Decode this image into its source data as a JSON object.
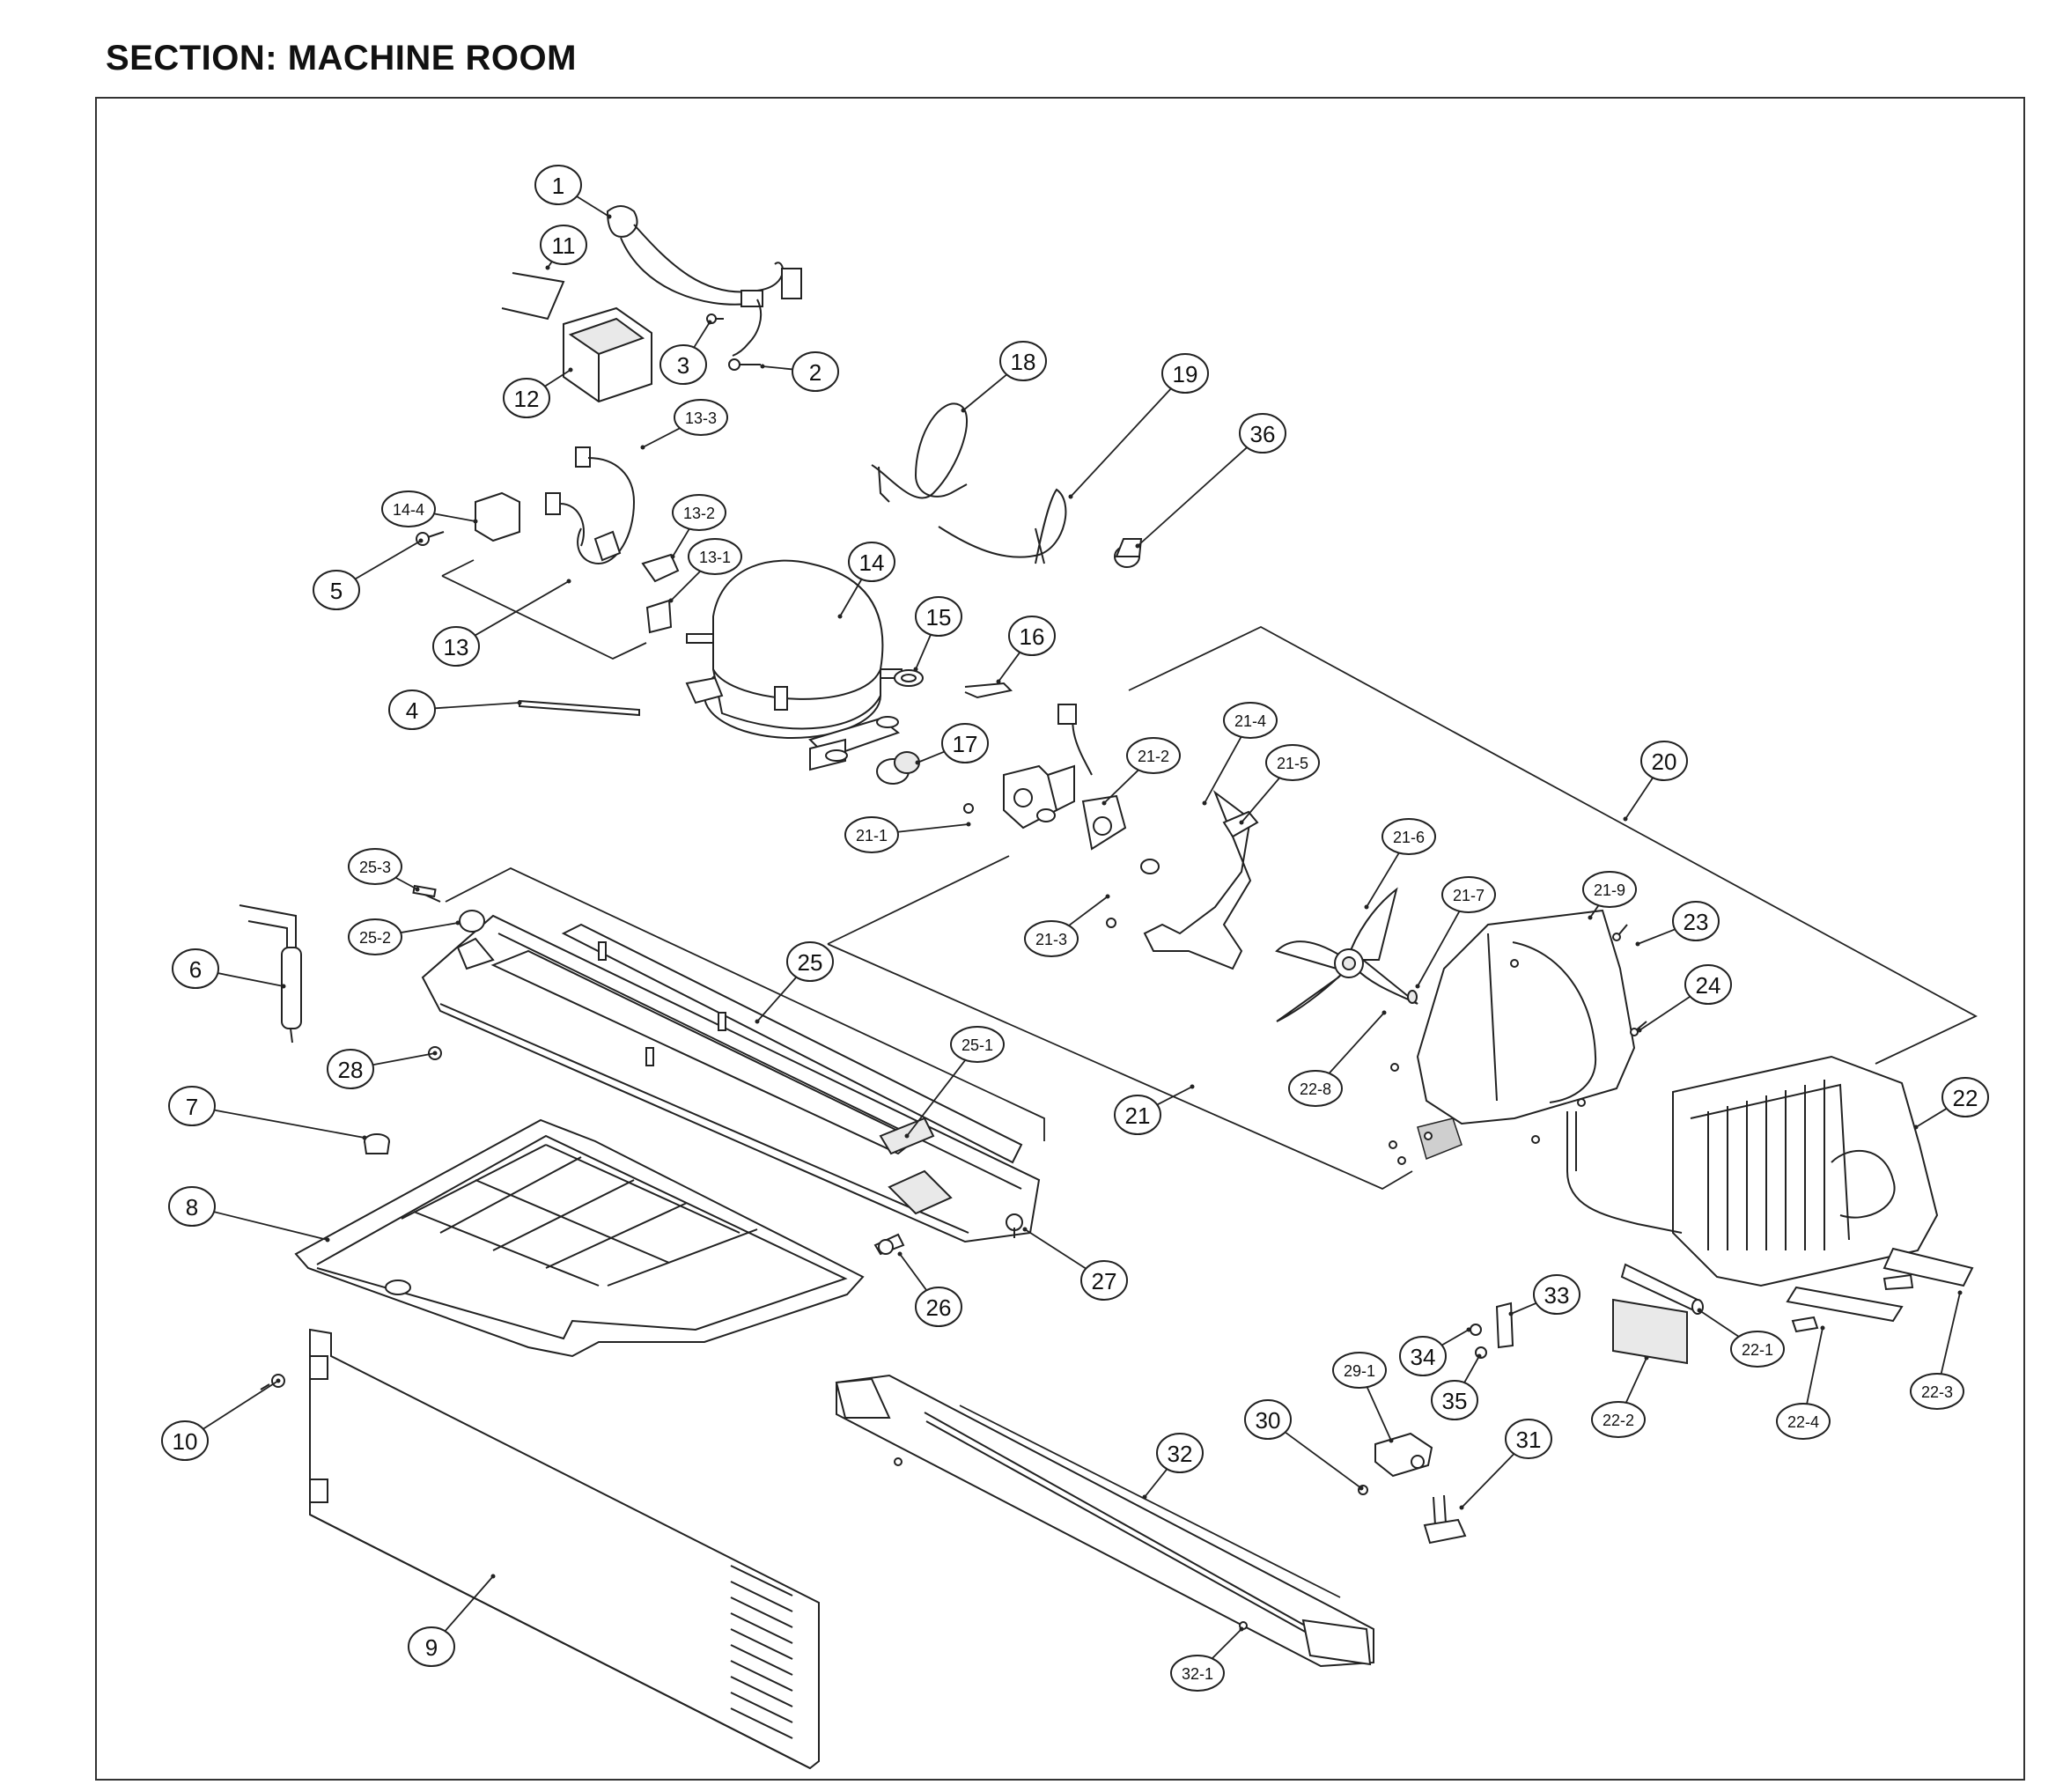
{
  "section_title": "SECTION: MACHINE ROOM",
  "callouts": [
    "1",
    "2",
    "3",
    "4",
    "5",
    "6",
    "7",
    "8",
    "9",
    "10",
    "11",
    "12",
    "13",
    "13-1",
    "13-2",
    "13-3",
    "14",
    "14-4",
    "15",
    "16",
    "17",
    "18",
    "19",
    "20",
    "21",
    "21-1",
    "21-2",
    "21-3",
    "21-4",
    "21-5",
    "21-6",
    "21-7",
    "21-9",
    "22",
    "22-1",
    "22-2",
    "22-3",
    "22-4",
    "22-8",
    "23",
    "24",
    "25",
    "25-1",
    "25-2",
    "25-3",
    "26",
    "27",
    "28",
    "29-1",
    "30",
    "31",
    "32",
    "32-1",
    "33",
    "34",
    "35",
    "36"
  ]
}
